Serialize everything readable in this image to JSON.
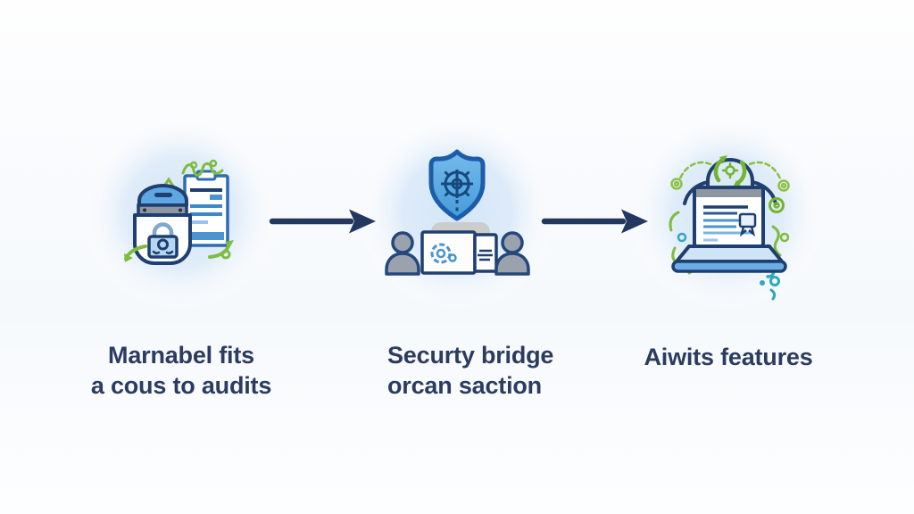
{
  "diagram": {
    "type": "three-step process illustration",
    "steps": [
      {
        "id": "step-1",
        "icon": "lock-bag-and-audit-clipboard-icon",
        "label_lines": [
          "Marnabel fits",
          "a cous to audits"
        ]
      },
      {
        "id": "step-2",
        "icon": "security-shield-over-meeting-icon",
        "label_lines": [
          "Securty bridge",
          "orcan saction"
        ]
      },
      {
        "id": "step-3",
        "icon": "laptop-with-certified-report-icon",
        "label_lines": [
          "Aiwits features"
        ]
      }
    ],
    "connectors": [
      {
        "id": "arrow-1",
        "icon": "right-arrow-icon",
        "direction": "right"
      },
      {
        "id": "arrow-2",
        "icon": "right-arrow-icon",
        "direction": "right"
      }
    ],
    "palette": {
      "text_navy": "#2c3c60",
      "arrow_navy": "#24385f",
      "outline_navy": "#1f3f70",
      "shield_border_blue": "#1d5ca7",
      "fill_blue": "#5ea7e2",
      "line_blue": "#4b93d1",
      "light_blue": "#b7d7f1",
      "halo_blue": "#d6e7f7",
      "gray": "#9aa2ad",
      "green": "#7fbc3f",
      "teal": "#2fa8c0"
    }
  }
}
